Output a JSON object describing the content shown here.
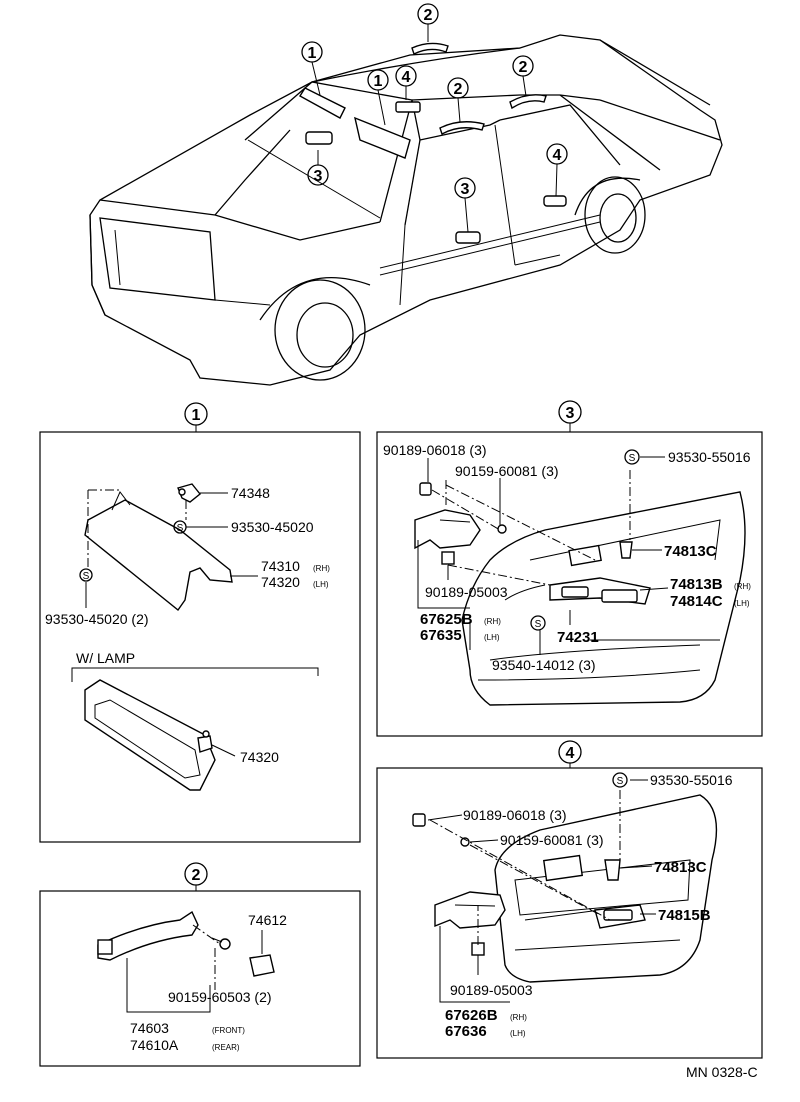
{
  "car": {
    "callouts": [
      "1",
      "1",
      "2",
      "2",
      "2",
      "3",
      "3",
      "4",
      "4"
    ]
  },
  "section1": {
    "number": "1",
    "p74348": "74348",
    "s93530_45020": "93530-45020",
    "p74310": "74310",
    "rh": "(RH)",
    "p74320": "74320",
    "lh": "(LH)",
    "s93530_45020_2": "93530-45020 (2)",
    "w_lamp": "W/ LAMP",
    "p74320_lamp": "74320",
    "s_symbol": "S"
  },
  "section2": {
    "number": "2",
    "p74612": "74612",
    "p90159_60503": "90159-60503 (2)",
    "p74603": "74603",
    "front": "(FRONT)",
    "p74610A": "74610A",
    "rear": "(REAR)"
  },
  "section3": {
    "number": "3",
    "p90189_06018": "90189-06018 (3)",
    "p90159_60081": "90159-60081 (3)",
    "s93530_55016": "93530-55016",
    "p74813C": "74813C",
    "p74813B": "74813B",
    "rh": "(RH)",
    "p74814C": "74814C",
    "lh": "(LH)",
    "p90189_05003": "90189-05003",
    "p67625B": "67625B",
    "rh2": "(RH)",
    "p67635": "67635",
    "lh2": "(LH)",
    "p74231": "74231",
    "p93540_14012": "93540-14012 (3)"
  },
  "section4": {
    "number": "4",
    "s93530_55016": "93530-55016",
    "p90189_06018": "90189-06018 (3)",
    "p90159_60081": "90159-60081 (3)",
    "p74813C": "74813C",
    "p74815B": "74815B",
    "p90189_05003": "90189-05003",
    "p67626B": "67626B",
    "rh": "(RH)",
    "p67636": "67636",
    "lh": "(LH)"
  },
  "footer": {
    "code": "MN 0328-C"
  }
}
